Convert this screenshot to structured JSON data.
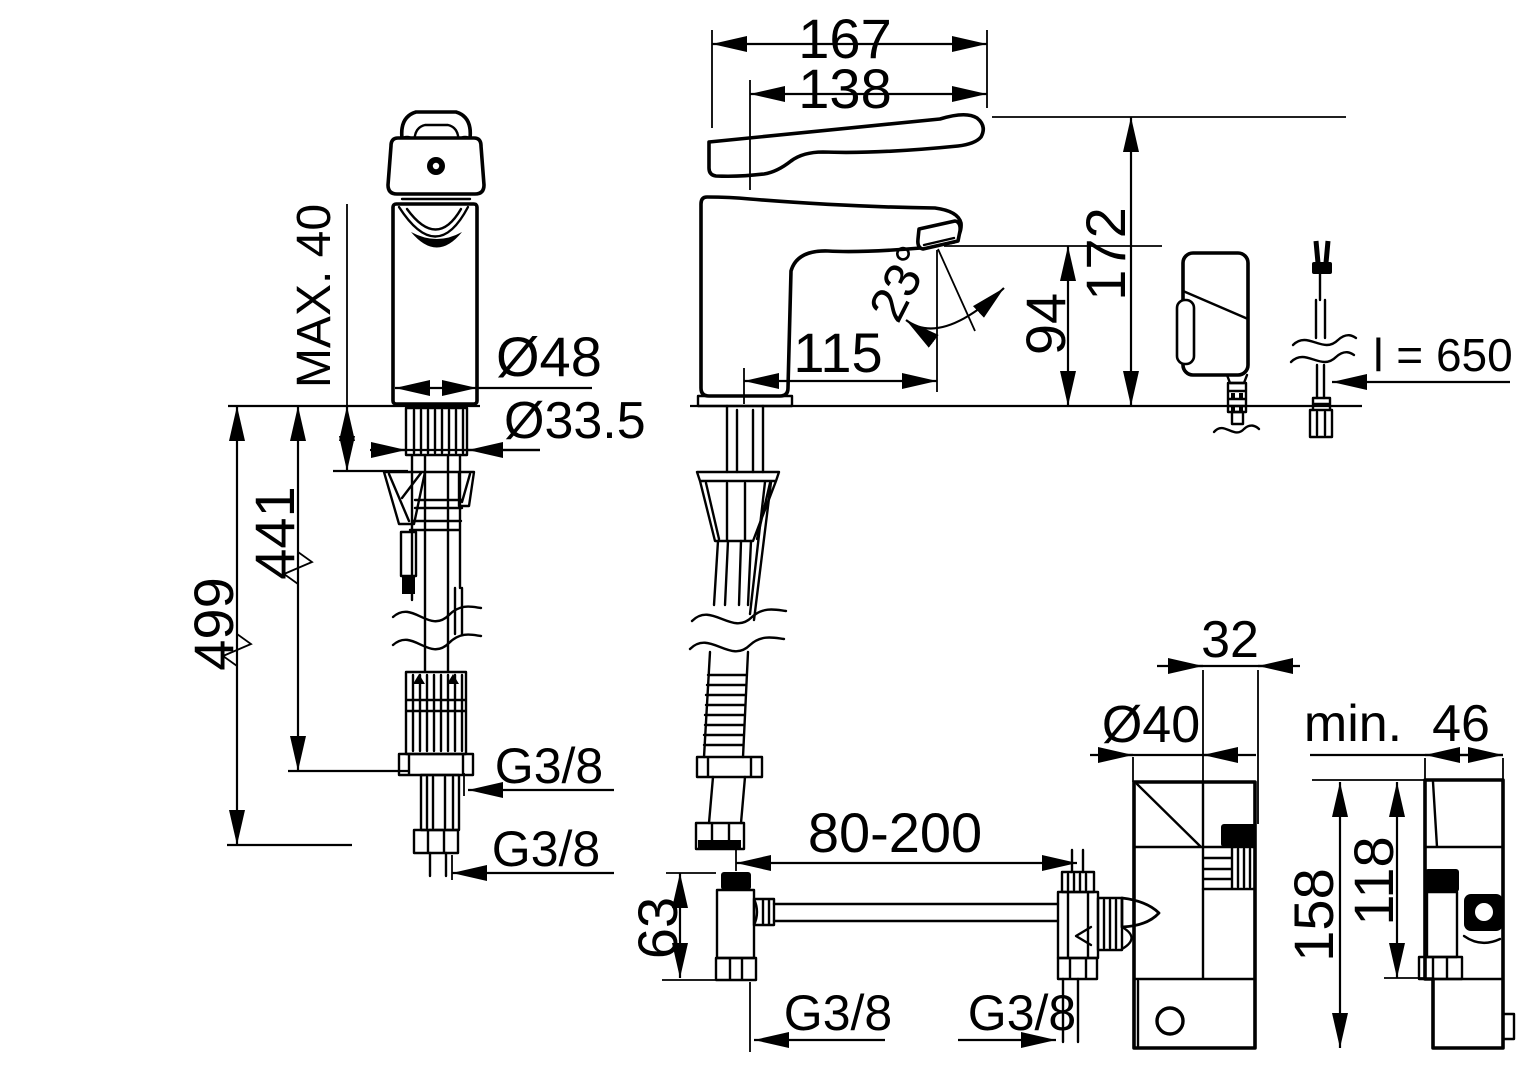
{
  "drawing_title": "faucet-installation-dimension-drawing",
  "colors": {
    "line": "#000000",
    "background": "#ffffff"
  },
  "front_view": {
    "deck_max": "MAX. 40",
    "dia_body": "Ø48",
    "dia_shank": "Ø33.5",
    "len_hose_upper": "441",
    "len_hose_lower": "499",
    "thread_upper": "G3/8",
    "thread_lower": "G3/8"
  },
  "side_view": {
    "len_total": "167",
    "len_lever": "138",
    "height_total": "172",
    "height_spout": "94",
    "reach_spout": "115",
    "angle_spout": "23°"
  },
  "power_supply": {
    "cable_length": "l = 650"
  },
  "crossbar": {
    "span_range": "80-200",
    "height_valve": "63",
    "thread_left": "G3/8",
    "thread_right": "G3/8"
  },
  "bracket": {
    "offset_port": "32",
    "dia_hole": "Ø40",
    "min_label": "min.",
    "clearance_min": "46",
    "height_bracket": "158",
    "height_valve": "118"
  }
}
